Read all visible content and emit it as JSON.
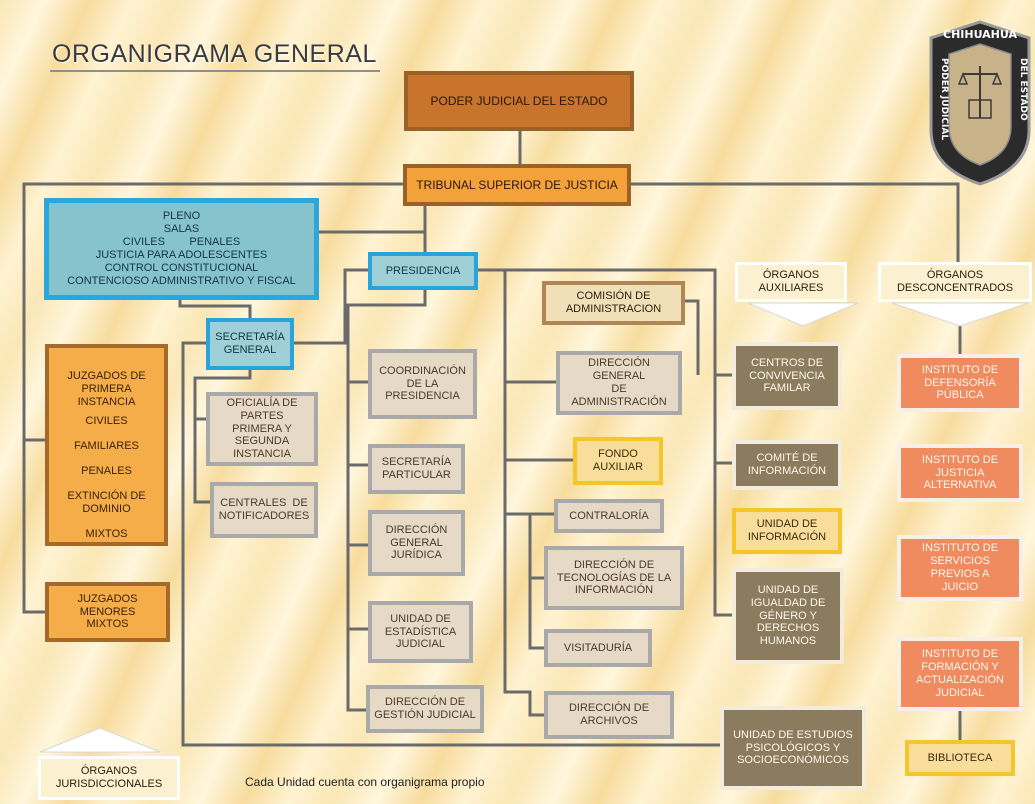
{
  "title": "ORGANIGRAMA GENERAL",
  "seal": {
    "top_text": "CHIHUAHUA",
    "left_text": "PODER JUDICIAL",
    "right_text": "DEL ESTADO"
  },
  "nodes": {
    "poder_judicial": "PODER JUDICIAL DEL ESTADO",
    "tribunal": "TRIBUNAL SUPERIOR DE JUSTICIA",
    "pleno": [
      "PLENO",
      "SALAS",
      "CIVILES        PENALES",
      "JUSTICIA PARA ADOLESCENTES",
      "CONTROL CONSTITUCIONAL",
      "CONTENCIOSO ADMINISTRATIVO Y FISCAL"
    ],
    "presidencia": "PRESIDENCIA",
    "secretaria_general": [
      "SECRETARÍA",
      "GENERAL"
    ],
    "juzgados_primera": {
      "heading": [
        "JUZGADOS DE PRIMERA",
        "INSTANCIA"
      ],
      "items": [
        "CIVILES",
        "FAMILIARES",
        "PENALES",
        "EXTINCIÓN DE DOMINIO",
        "MIXTOS"
      ]
    },
    "juzgados_menores": [
      "JUZGADOS MENORES",
      "MIXTOS"
    ],
    "oficialia": [
      "OFICIALÍA DE PARTES",
      "PRIMERA Y SEGUNDA",
      "INSTANCIA"
    ],
    "centrales": [
      "CENTRALES  DE",
      "NOTIFICADORES"
    ],
    "coordinacion": [
      "COORDINACIÓN",
      "DE LA",
      "PRESIDENCIA"
    ],
    "secretaria_particular": [
      "SECRETARÍA",
      "PARTICULAR"
    ],
    "direccion_juridica": [
      "DIRECCIÓN",
      "GENERAL",
      "JURÍDICA"
    ],
    "unidad_estadistica": [
      "UNIDAD DE",
      "ESTADÍSTICA",
      "JUDICIAL"
    ],
    "direccion_gestion": [
      "DIRECCIÓN DE",
      "GESTIÓN JUDICIAL"
    ],
    "comision": [
      "COMISIÓN DE",
      "ADMINISTRACION"
    ],
    "direccion_administracion": [
      "DIRECCIÓN GENERAL",
      "DE ADMINISTRACIÓN"
    ],
    "fondo_auxiliar": [
      "FONDO",
      "AUXILIAR"
    ],
    "contraloria": "CONTRALORÍA",
    "direccion_tecnologias": [
      "DIRECCIÓN DE",
      "TECNOLOGÍAS DE LA",
      "INFORMACIÓN"
    ],
    "visitaduria": "VISITADURÍA",
    "direccion_archivos": [
      "DIRECCIÓN DE",
      "ARCHIVOS"
    ],
    "organos_auxiliares": [
      "ÓRGANOS",
      "AUXILIARES"
    ],
    "centros_convivencia": [
      "CENTROS DE",
      "CONVIVENCIA",
      "FAMILAR"
    ],
    "comite_informacion": [
      "COMITÉ DE",
      "INFORMACIÓN"
    ],
    "unidad_informacion": [
      "UNIDAD DE",
      "INFORMACIÓN"
    ],
    "unidad_igualdad": [
      "UNIDAD DE",
      "IGUALDAD DE",
      "GÉNERO Y",
      "DERECHOS",
      "HUMANOS"
    ],
    "unidad_estudios": [
      "UNIDAD DE ESTUDIOS",
      "PSICOLÓGICOS Y",
      "SOCIOECONÓMICOS"
    ],
    "organos_desconcentrados": [
      "ÓRGANOS",
      "DESCONCENTRADOS"
    ],
    "instituto_defensoria": [
      "INSTITUTO DE",
      "DEFENSORÍA PÚBLICA"
    ],
    "instituto_justicia": [
      "INSTITUTO DE JUSTICIA",
      "ALTERNATIVA"
    ],
    "instituto_servicios": [
      "INSTITUTO DE",
      "SERVICIOS PREVIOS A",
      "JUICIO"
    ],
    "instituto_formacion": [
      "INSTITUTO DE",
      "FORMACIÓN Y",
      "ACTUALIZACIÓN",
      "JUDICIAL"
    ],
    "biblioteca": "BIBLIOTECA",
    "organos_jurisdiccionales": [
      "ÓRGANOS",
      "JURISDICCIONALES"
    ]
  },
  "footnote": "Cada Unidad cuenta con organigrama propio",
  "colors": {
    "connector": "#6b6b6b",
    "brown": "#c8742d",
    "orange": "#f2a13b",
    "blue_border": "#2aa7dc",
    "gray_border": "#a9a9a9",
    "olive": "#8b7c5f",
    "yellow_border": "#f5c52a",
    "salmon": "#f08b5f"
  }
}
